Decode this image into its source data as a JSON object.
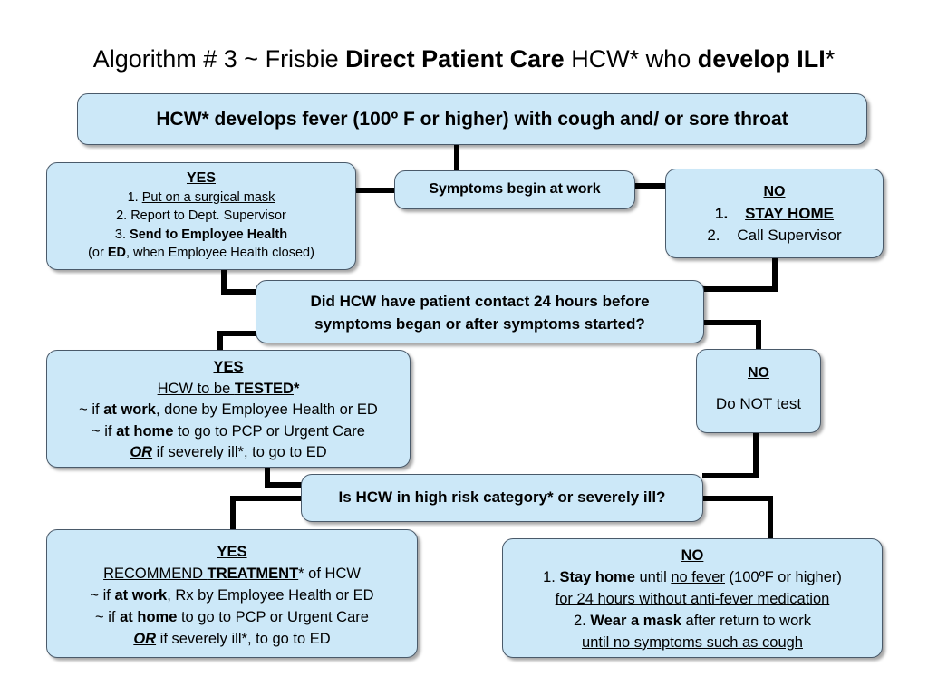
{
  "title": {
    "part1": "Algorithm # 3 ~ Frisbie ",
    "part2": "Direct Patient Care",
    "part3": " HCW* who ",
    "part4": "develop ILI",
    "part5": "*"
  },
  "top_box": {
    "text": "HCW* develops fever (100º F or higher) with cough and/ or sore throat"
  },
  "q1": {
    "text": "Symptoms begin at work"
  },
  "yes1": {
    "heading": "YES",
    "l1_num": "1. ",
    "l1_text": "Put on a surgical mask",
    "l2": "2. Report to Dept. Supervisor",
    "l3_num": "3. ",
    "l3_text": "Send to Employee Health",
    "l4_a": "(or ",
    "l4_b": "ED",
    "l4_c": ", when Employee Health closed)"
  },
  "no1": {
    "heading": "NO",
    "l1_num": "1.",
    "l1_text": "STAY HOME",
    "l2_num": "2.",
    "l2_text": "Call Supervisor"
  },
  "q2": {
    "line1": "Did HCW have patient contact 24 hours before",
    "line2": "symptoms began or after symptoms started?"
  },
  "yes2": {
    "heading": "YES",
    "l1_a": "HCW to be ",
    "l1_b": "TESTED",
    "l1_c": "*",
    "l2_a": "~ if ",
    "l2_b": "at work",
    "l2_c": ", done by Employee Health or ED",
    "l3_a": "~ if ",
    "l3_b": "at home",
    "l3_c": " to go to PCP or Urgent Care",
    "l4_a": "OR",
    "l4_b": " if severely ill*, to go to ED"
  },
  "no2": {
    "heading": "NO",
    "text": "Do NOT test"
  },
  "q3": {
    "text": "Is HCW in high risk category* or severely ill?"
  },
  "yes3": {
    "heading": "YES",
    "l1_a": "RECOMMEND ",
    "l1_b": "TREATMENT",
    "l1_c": "*",
    "l1_d": " of HCW",
    "l2_a": "~ if ",
    "l2_b": "at work",
    "l2_c": ", Rx by Employee Health or ED",
    "l3_a": "~ if ",
    "l3_b": "at home",
    "l3_c": " to go to PCP or Urgent Care",
    "l4_a": "OR",
    "l4_b": " if severely ill*, to go to ED"
  },
  "no3": {
    "heading": "NO",
    "l1_a": "1. ",
    "l1_b": "Stay home",
    "l1_c": " until ",
    "l1_d": "no fever",
    "l1_e": " (100ºF or higher)",
    "l2": "for 24 hours without anti-fever medication",
    "l3_a": "2. ",
    "l3_b": "Wear a mask",
    "l3_c": " after return to work",
    "l4": "until no symptoms such as cough"
  },
  "colors": {
    "box_fill": "#cce8f8",
    "box_border": "#4a5a6a",
    "connector": "#000000"
  }
}
